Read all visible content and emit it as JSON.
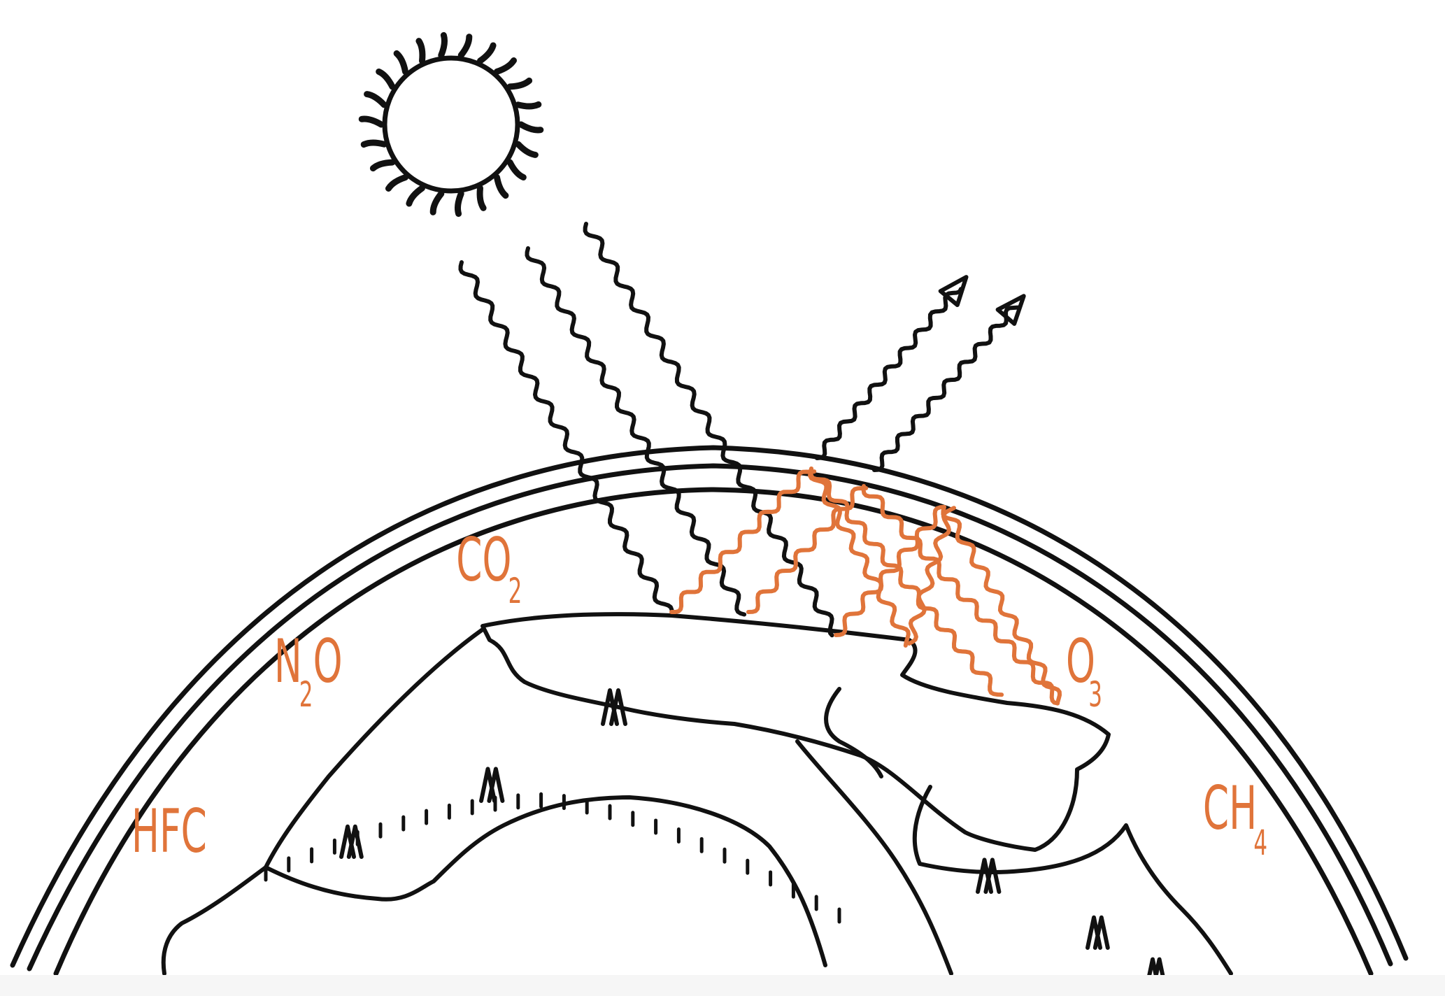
{
  "colors": {
    "ink": "#111111",
    "accent": "#e0743a",
    "background": "#ffffff"
  },
  "labels": {
    "co2": {
      "main": "CO",
      "sub": "2"
    },
    "n2o": {
      "pre": "N",
      "sub": "2",
      "post": "O"
    },
    "hfc": {
      "main": "HFC"
    },
    "o3": {
      "main": "O",
      "sub": "3"
    },
    "ch4": {
      "main": "CH",
      "sub": "4"
    }
  },
  "icons": [
    "sun-icon",
    "earth-icon",
    "tree-icon",
    "arrow-icon"
  ]
}
